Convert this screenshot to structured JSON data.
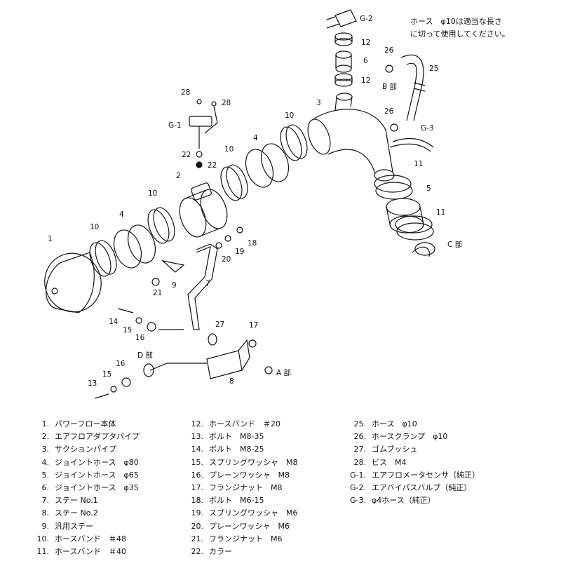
{
  "note": "ホース　φ10は適当な長さ\nに切って使用してください。",
  "callouts": {
    "c1": "1",
    "c2": "2",
    "c3": "3",
    "c4a": "4",
    "c4b": "4",
    "c5": "5",
    "c6": "6",
    "c7": "7",
    "c8": "8",
    "c9": "9",
    "c10a": "10",
    "c10b": "10",
    "c10c": "10",
    "c10d": "10",
    "c11a": "11",
    "c11b": "11",
    "c12a": "12",
    "c12b": "12",
    "c13": "13",
    "c14": "14",
    "c15a": "15",
    "c15b": "15",
    "c16a": "16",
    "c16b": "16",
    "c17": "17",
    "c18": "18",
    "c19": "19",
    "c20": "20",
    "c21": "21",
    "c22a": "22",
    "c22b": "22",
    "c25": "25",
    "c26a": "26",
    "c26b": "26",
    "c27": "27",
    "c28a": "28",
    "c28b": "28",
    "g1": "G-1",
    "g2": "G-2",
    "g3": "G-3",
    "partA": "A 部",
    "partB": "B 部",
    "partC": "C 部",
    "partD": "D 部"
  },
  "legend": {
    "col1": [
      {
        "num": "1.",
        "name": "パワーフロー本体"
      },
      {
        "num": "2.",
        "name": "エアフロアダプタパイプ"
      },
      {
        "num": "3.",
        "name": "サクションパイプ"
      },
      {
        "num": "4.",
        "name": "ジョイントホース　φ80"
      },
      {
        "num": "5.",
        "name": "ジョイントホース　φ65"
      },
      {
        "num": "6.",
        "name": "ジョイントホース　φ35"
      },
      {
        "num": "7.",
        "name": "ステー No.1"
      },
      {
        "num": "8.",
        "name": "ステー No.2"
      },
      {
        "num": "9.",
        "name": "汎用ステー"
      },
      {
        "num": "10.",
        "name": "ホースバンド　＃48"
      },
      {
        "num": "11.",
        "name": "ホースバンド　＃40"
      }
    ],
    "col2": [
      {
        "num": "12.",
        "name": "ホースバンド　＃20"
      },
      {
        "num": "13.",
        "name": "ボルト　M8-35"
      },
      {
        "num": "14.",
        "name": "ボルト　M8-25"
      },
      {
        "num": "15.",
        "name": "スプリングワッシャ　M8"
      },
      {
        "num": "16.",
        "name": "プレーンワッシャ　M8"
      },
      {
        "num": "17.",
        "name": "フランジナット　M8"
      },
      {
        "num": "18.",
        "name": "ボルト　M6-15"
      },
      {
        "num": "19.",
        "name": "スプリングワッシャ　M6"
      },
      {
        "num": "20.",
        "name": "プレーンワッシャ　M6"
      },
      {
        "num": "21.",
        "name": "フランジナット　M6"
      },
      {
        "num": "22.",
        "name": "カラー"
      }
    ],
    "col3": [
      {
        "num": "25.",
        "name": "ホース　φ10"
      },
      {
        "num": "26.",
        "name": "ホースクランプ　φ10"
      },
      {
        "num": "27.",
        "name": "ゴムブッシュ"
      },
      {
        "num": "28.",
        "name": "ビス　M4"
      },
      {
        "num": "G-1.",
        "name": "エアフロメータセンサ（純正）"
      },
      {
        "num": "G-2.",
        "name": "エアバイパスバルブ（純正）"
      },
      {
        "num": "G-3.",
        "name": "φ4ホース（純正）"
      }
    ]
  }
}
